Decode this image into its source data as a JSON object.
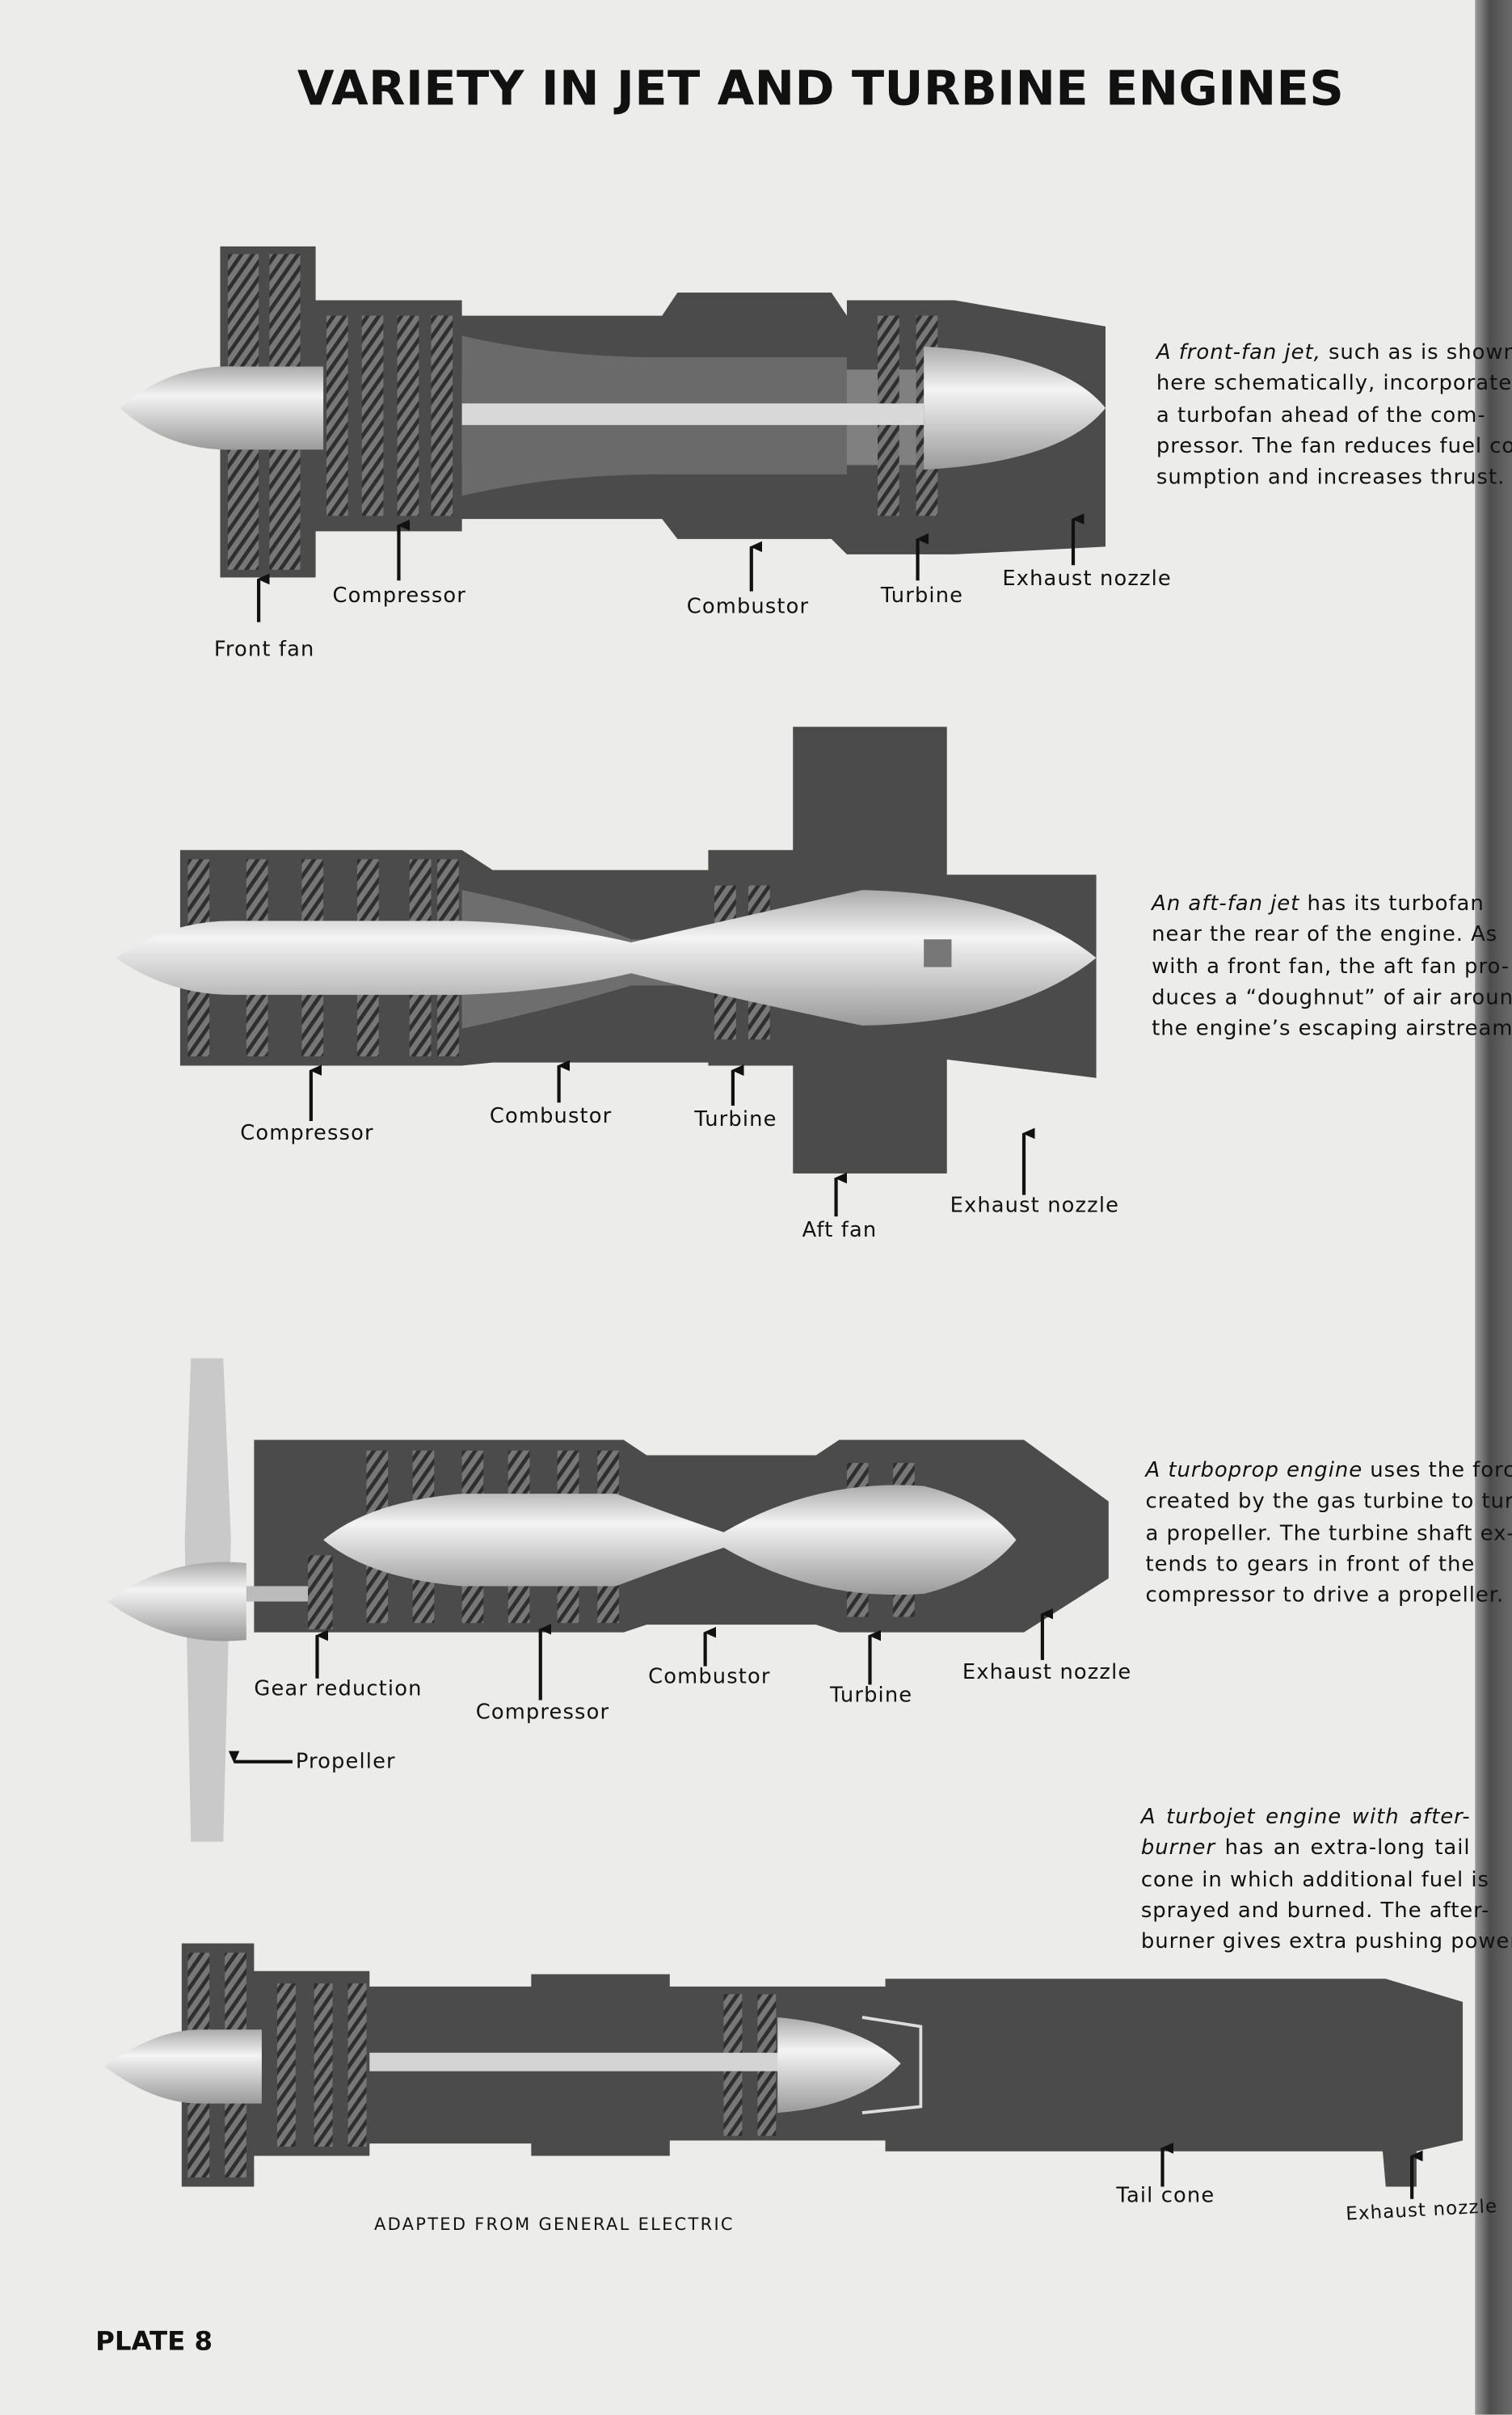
{
  "title": "VARIETY IN JET AND TURBINE ENGINES",
  "engines": [
    {
      "name": "front-fan jet",
      "labels": {
        "front_fan": "Front fan",
        "compressor": "Compressor",
        "combustor": "Combustor",
        "turbine": "Turbine",
        "exhaust_nozzle": "Exhaust nozzle"
      },
      "caption": {
        "lead": "A front-fan jet,",
        "first_rest": " such as is shown",
        "lines": [
          "here schematically, incorporates",
          "a turbofan ahead of the com-",
          "pressor. The fan reduces fuel con-",
          "sumption and increases thrust."
        ]
      }
    },
    {
      "name": "aft-fan jet",
      "labels": {
        "compressor": "Compressor",
        "combustor": "Combustor",
        "turbine": "Turbine",
        "aft_fan": "Aft fan",
        "exhaust_nozzle": "Exhaust nozzle"
      },
      "caption": {
        "lead": "An aft-fan jet",
        "first_rest": " has its turbofan",
        "lines": [
          "near the rear of the engine. As",
          "with a front fan, the aft fan pro-",
          "duces a “doughnut” of air around",
          "the engine’s escaping airstream."
        ]
      }
    },
    {
      "name": "turboprop engine",
      "labels": {
        "gear_reduction": "Gear reduction",
        "compressor": "Compressor",
        "combustor": "Combustor",
        "turbine": "Turbine",
        "exhaust_nozzle": "Exhaust nozzle",
        "propeller": "Propeller"
      },
      "caption": {
        "lead": "A turboprop engine",
        "first_rest": " uses the force",
        "lines": [
          "created by the gas turbine to turn",
          "a propeller. The turbine shaft ex-",
          "tends to gears in front of the",
          "compressor to drive a propeller."
        ]
      }
    },
    {
      "name": "turbojet engine with afterburner",
      "labels": {
        "tail_cone": "Tail cone",
        "exhaust_nozzle": "Exhaust nozzle"
      },
      "caption": {
        "lead": "A turbojet engine with after-",
        "first_rest": "",
        "lead2": "burner",
        "second_rest": " has an extra-long tail",
        "lines": [
          "cone in which additional fuel is",
          "sprayed and burned. The after-",
          "burner gives extra pushing power."
        ]
      }
    }
  ],
  "credit": "ADAPTED FROM GENERAL ELECTRIC",
  "plate": "PLATE 8",
  "colors": {
    "casing": "#4b4b4b",
    "inner": "#7c7c7c",
    "light": "#d2d2d2",
    "paper": "#ececea"
  }
}
